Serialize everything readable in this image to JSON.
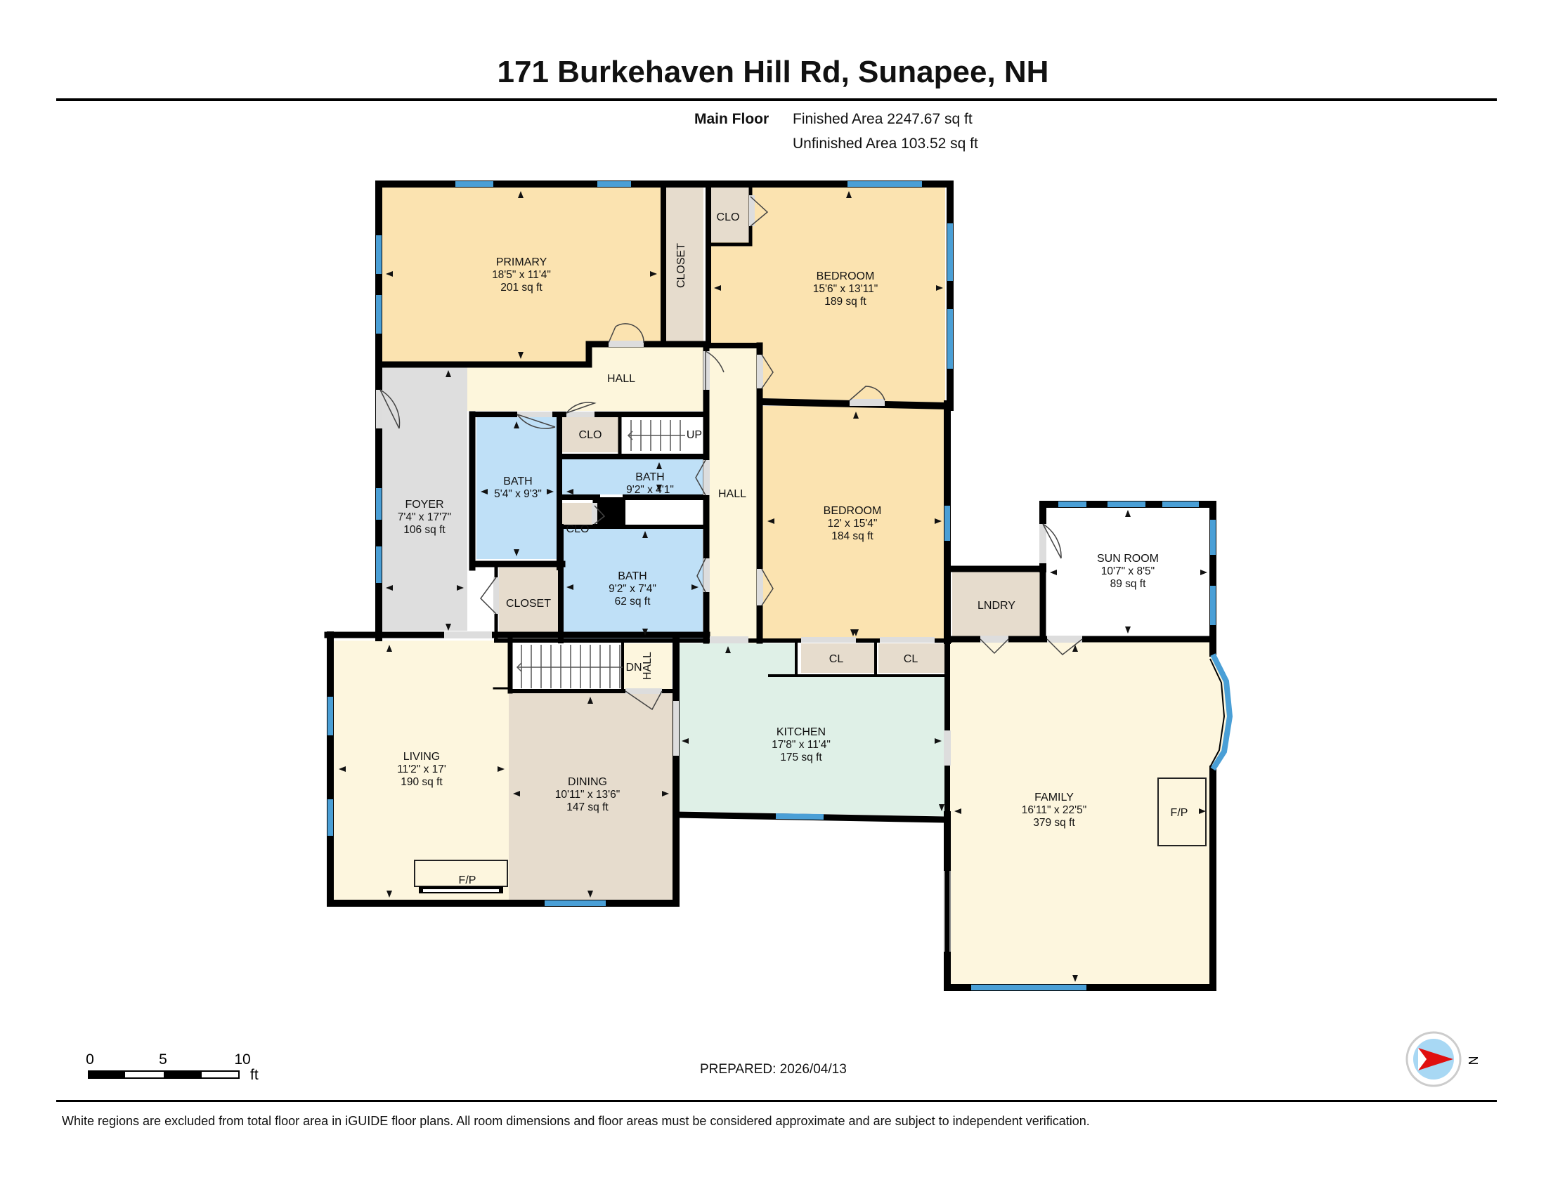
{
  "header": {
    "address": "171 Burkehaven Hill Rd, Sunapee, NH",
    "floor_name": "Main Floor",
    "finished_area": "Finished Area 2247.67 sq ft",
    "unfinished_area": "Unfinished Area 103.52 sq ft"
  },
  "rooms": {
    "primary": {
      "name": "PRIMARY",
      "dims": "18'5\" x 11'4\"",
      "area": "201 sq ft"
    },
    "bedroom1": {
      "name": "BEDROOM",
      "dims": "15'6\" x 13'11\"",
      "area": "189 sq ft"
    },
    "bedroom2": {
      "name": "BEDROOM",
      "dims": "12' x 15'4\"",
      "area": "184 sq ft"
    },
    "foyer": {
      "name": "FOYER",
      "dims": "7'4\" x 17'7\"",
      "area": "106 sq ft"
    },
    "bath1": {
      "name": "BATH",
      "dims": "5'4\" x 9'3\""
    },
    "bath2": {
      "name": "BATH",
      "dims": "9'2\" x 4'1\""
    },
    "bath3": {
      "name": "BATH",
      "dims": "9'2\" x 7'4\"",
      "area": "62 sq ft"
    },
    "sunroom": {
      "name": "SUN ROOM",
      "dims": "10'7\" x 8'5\"",
      "area": "89 sq ft"
    },
    "living": {
      "name": "LIVING",
      "dims": "11'2\" x 17'",
      "area": "190 sq ft"
    },
    "dining": {
      "name": "DINING",
      "dims": "10'11\" x 13'6\"",
      "area": "147 sq ft"
    },
    "kitchen": {
      "name": "KITCHEN",
      "dims": "17'8\" x 11'4\"",
      "area": "175 sq ft"
    },
    "family": {
      "name": "FAMILY",
      "dims": "16'11\" x 22'5\"",
      "area": "379 sq ft"
    }
  },
  "labels": {
    "hall_top": "HALL",
    "hall_vertical": "HALL",
    "hall_small": "HALL",
    "closet_vertical": "CLOSET",
    "closet": "CLOSET",
    "clo_bedroom": "CLO",
    "clo_hall": "CLO",
    "clo_bath": "CLO",
    "up": "UP",
    "dn": "DN",
    "cl_left": "CL",
    "cl_right": "CL",
    "laundry": "LNDRY",
    "fp_living": "F/P",
    "fp_family": "F/P"
  },
  "scale_bar": {
    "ticks": [
      "0",
      "5",
      "10"
    ],
    "unit": "ft"
  },
  "compass": {
    "letter": "N"
  },
  "prepared": "PREPARED: 2026/04/13",
  "disclaimer": "White regions are excluded from total floor area in iGUIDE floor plans. All room dimensions and floor areas must be considered approximate and are subject to independent verification.",
  "colors": {
    "wall": "#000000",
    "window": "#4a9fd6",
    "bedroom_fill": "#fbe3b0",
    "hall_fill": "#fdf6dc",
    "foyer_fill": "#dedede",
    "bath_fill": "#bfe0f7",
    "closet_fill": "#e6dccd",
    "living_fill": "#fdf6de",
    "dining_fill": "#e6dccd",
    "kitchen_fill": "#dff0e7",
    "family_fill": "#fdf6de",
    "sunroom_fill": "#ffffff",
    "compass_arrow": "#e01010",
    "compass_disk": "#a8d8f4"
  }
}
